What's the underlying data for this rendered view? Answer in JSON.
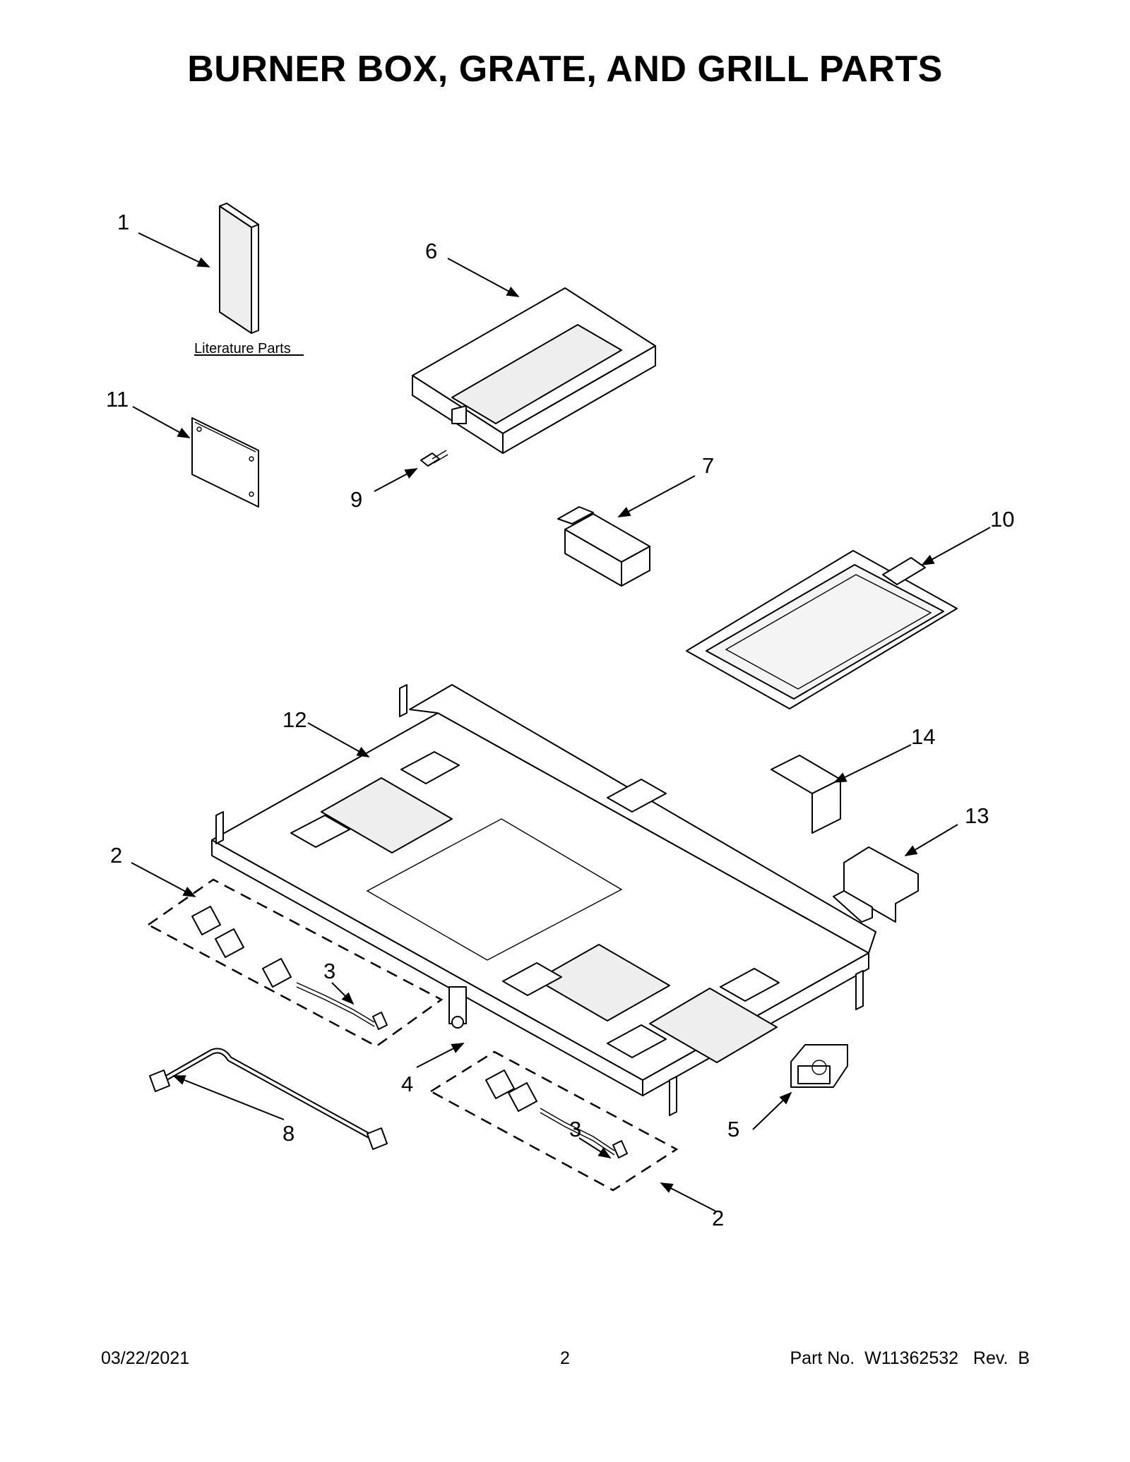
{
  "title": "BURNER BOX, GRATE, AND GRILL PARTS",
  "literature_label": "Literature Parts",
  "callouts": {
    "c1": "1",
    "c2a": "2",
    "c2b": "2",
    "c3a": "3",
    "c3b": "3",
    "c4": "4",
    "c5": "5",
    "c6": "6",
    "c7": "7",
    "c8": "8",
    "c9": "9",
    "c10": "10",
    "c11": "11",
    "c12": "12",
    "c13": "13",
    "c14": "14"
  },
  "footer": {
    "date": "03/22/2021",
    "page": "2",
    "part_number": "Part No.  W11362532   Rev.  B"
  }
}
